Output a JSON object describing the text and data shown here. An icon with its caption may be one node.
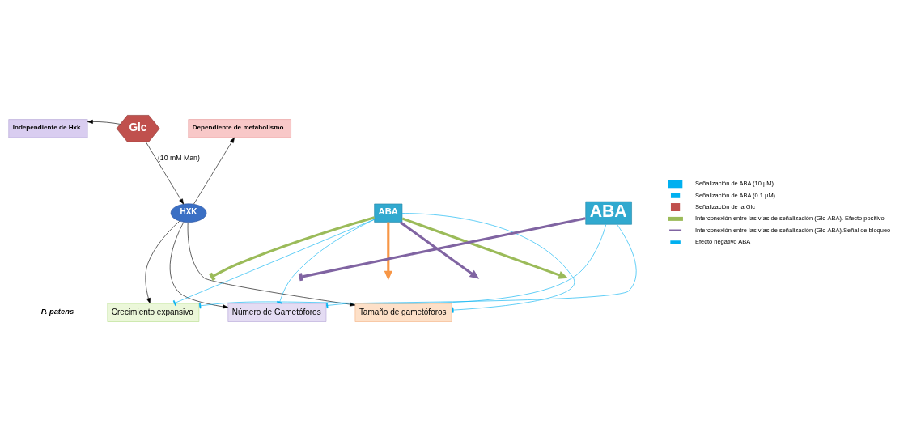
{
  "diagram": {
    "nodes": [
      {
        "text": [
          "Independiente de Hxk"
        ]
      },
      {
        "text": [
          "Glc"
        ]
      },
      {
        "text": [
          "Dependiente de metabolismo"
        ]
      },
      {
        "text": [
          "HXK"
        ]
      },
      {
        "text": [
          "ABA"
        ]
      },
      {
        "text": [
          "ABA"
        ]
      },
      {
        "text": [
          "Crecimiento expansivo"
        ]
      },
      {
        "text": [
          "Número de Gametóforos"
        ]
      },
      {
        "text": [
          "Tamaño de gametóforos"
        ]
      }
    ],
    "edges": [
      {
        "from": 1,
        "to": 0,
        "arrow": "to"
      },
      {
        "from": 1,
        "to": 3,
        "arrow": "to",
        "label": "(10 mM Man)"
      },
      {
        "from": 3,
        "to": 2,
        "arrow": "to"
      },
      {
        "from": 3,
        "to": 6,
        "arrow": "to"
      },
      {
        "from": 3,
        "to": 7,
        "arrow": "to"
      },
      {
        "from": 3,
        "to": 8,
        "arrow": "to"
      },
      {
        "from": 4,
        "to": 6,
        "arrow": "other",
        "color": "#00b0f0"
      },
      {
        "from": 4,
        "to": 7,
        "arrow": "other",
        "color": "#00b0f0"
      },
      {
        "from": 4,
        "to": 8,
        "arrow": "other",
        "color": "#00b0f0"
      },
      {
        "from": 5,
        "to": 6,
        "arrow": "other",
        "color": "#00b0f0"
      },
      {
        "from": 5,
        "to": 7,
        "arrow": "other",
        "color": "#00b0f0"
      },
      {
        "from": 4,
        "to": null,
        "arrow": "other",
        "style": "thick",
        "color": "#9bbb59"
      },
      {
        "from": 5,
        "to": null,
        "arrow": "other",
        "style": "thick",
        "color": "#8064a2"
      },
      {
        "from": 4,
        "to": null,
        "arrow": "to",
        "style": "thick",
        "color": "#9bbb59"
      },
      {
        "from": 4,
        "to": null,
        "arrow": "to",
        "style": "thick",
        "color": "#8064a2"
      },
      {
        "from": 4,
        "to": null,
        "arrow": "to",
        "style": "thick",
        "color": "#f79646"
      }
    ],
    "labels": [
      "P. patens"
    ],
    "legend": [
      {
        "text": "Señalización de ABA (10 µM)"
      },
      {
        "text": "Señalización de ABA (0.1 µM)"
      },
      {
        "text": "Señalización de la Glc"
      },
      {
        "text": "Interconexión entre las vías de señalización (Glc-ABA). Efecto positivo"
      },
      {
        "text": "Interconexión entre las vías de señalización (Glc-ABA).Señal de bloqueo"
      },
      {
        "text": "Efecto negativo ABA"
      }
    ]
  }
}
